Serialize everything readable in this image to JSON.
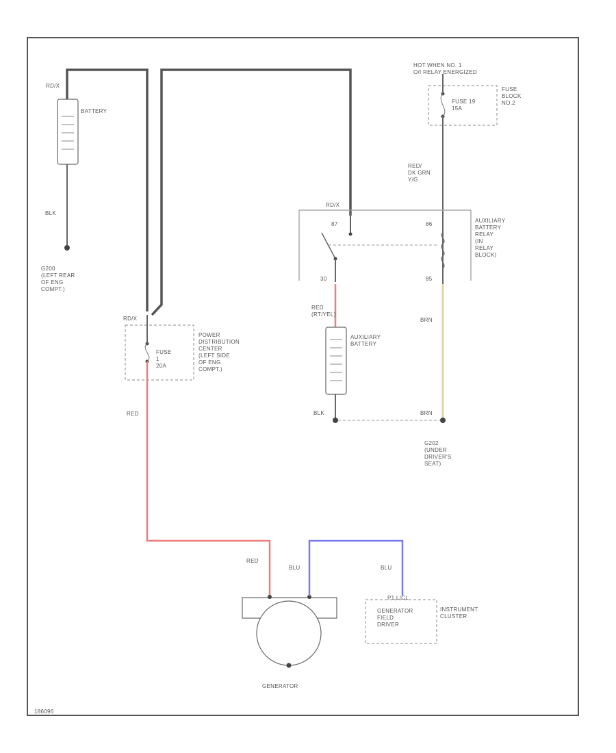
{
  "diagram": {
    "figure_id": "186096",
    "wires": {
      "batt_pos": "RD/X",
      "batt_neg": "BLK",
      "pdc_in": "RD/X",
      "pdc_out": "RED",
      "relay_in": "RD/X",
      "fuse_block_out": "RED/\nDK GRN\nY/G",
      "aux_batt_pos": "RED\n(RT/YEL)",
      "relay_out": "BRN",
      "aux_batt_neg": "BLK",
      "ground_g202": "BRN",
      "gen_b_plus": "RED",
      "gen_field": "BLU",
      "cluster_field": "BLU"
    },
    "components": {
      "battery": "BATTERY",
      "ground_1": "G200\n(LEFT REAR\nOF ENG\nCOMPT.)",
      "pdc": "POWER\nDISTRIBUTION\nCENTER\n(LEFT SIDE\nOF ENG\nCOMPT.)",
      "pdc_fuse": "FUSE\n1\n20A",
      "hot_at": "HOT WHEN NO. 1\nO/I RELAY ENERGIZED",
      "fuse_block": "FUSE\nBLOCK\nNO.2",
      "fuse_block_fuse": "FUSE 19\n15A",
      "relay": "AUXILIARY\nBATTERY\nRELAY\n(IN\nRELAY\nBLOCK)",
      "relay_pin_87": "87",
      "relay_pin_86": "86",
      "relay_pin_30": "30",
      "relay_pin_85": "85",
      "aux_battery": "AUXILIARY\nBATTERY",
      "ground_2": "G202\n(UNDER\nDRIVER'S\nSEAT)",
      "generator": "GENERATOR",
      "gen_field_driver": "GENERATOR\nFIELD\nDRIVER",
      "cluster_pin": "P1 L/CL",
      "cluster": "INSTRUMENT\nCLUSTER"
    }
  }
}
